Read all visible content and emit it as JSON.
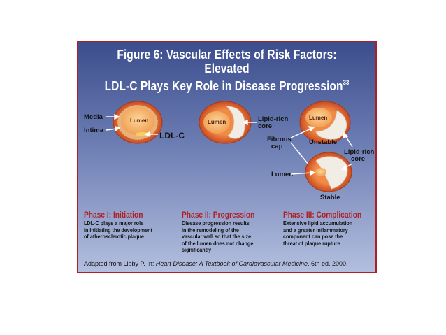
{
  "figure": {
    "title_line1": "Figure 6: Vascular Effects of Risk Factors: Elevated",
    "title_line2": "LDL-C Plays Key Role in Disease Progression",
    "title_superscript": "33"
  },
  "labels": {
    "media": "Media",
    "intima": "Intima",
    "ldlc": "LDL-C",
    "lumen": "Lumen",
    "lipid_rich_core": [
      "Lipid-rich",
      "core"
    ],
    "fibrous_cap": [
      "Fibrous",
      "cap"
    ],
    "unstable": "Unstable",
    "stable": "Stable"
  },
  "phases": [
    {
      "title": "Phase I: Initiation",
      "lines": [
        "LDL-C plays a major role",
        "in initiating the development",
        "of atherosclerotic plaque"
      ]
    },
    {
      "title": "Phase II: Progression",
      "lines": [
        "Disease progression results",
        "in the remodeling of the",
        "vascular wall so that the size",
        "of the lumen does not change",
        "significantly"
      ]
    },
    {
      "title": "Phase III: Complication",
      "lines": [
        "Extensive lipid accumulation",
        "and a greater inflammatory",
        "component can pose the",
        "threat of plaque rupture"
      ]
    }
  ],
  "credit": {
    "prefix": "Adapted from Libby P. In: ",
    "italic": "Heart Disease: A Textbook of Cardiovascular Medicine",
    "suffix": ". 6th ed. 2000."
  },
  "colors": {
    "border": "#b01e23",
    "phase_title": "#b01e23",
    "vessel_outer": "#d9642f",
    "lumen": "#f4a15a"
  }
}
